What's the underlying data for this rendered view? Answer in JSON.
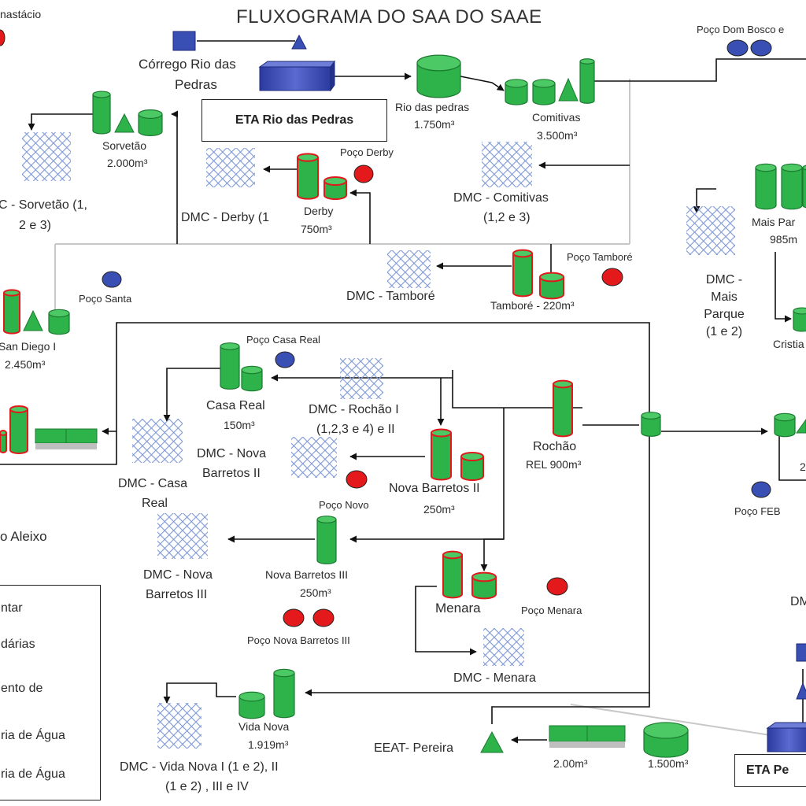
{
  "title": "FLUXOGRAMA DO SAA DO SAAE",
  "colors": {
    "tank_green": "#2db34a",
    "tank_green_dark": "#1c7a31",
    "tank_outline_red": "#e0191b",
    "well_red": "#e3191b",
    "well_blue": "#3a4fb3",
    "eta_blue": "#3547b8",
    "grid_blue": "#7f99d6",
    "line_gray": "#c8c8c8",
    "line_black": "#111111"
  },
  "top_left_fragment": "nastácio",
  "eta": {
    "rio_das_pedras": "ETA Rio das Pedras",
    "pereira": "ETA Pe"
  },
  "sources": {
    "corrego_l1": "Córrego Rio das",
    "corrego_l2": "Pedras",
    "poco_dom_bosco": "Poço Dom Bosco e",
    "poco_derby": "Poço Derby",
    "poco_tambore": "Poço Tamboré",
    "poco_santa": "Poço Santa",
    "poco_casa_real": "Poço Casa Real",
    "poco_novo": "Poço Novo",
    "poco_feb": "Poço FEB",
    "poco_menara": "Poço Menara",
    "poco_nova_barretos_iii": "Poço Nova Barretos III"
  },
  "reservoirs": {
    "rio_das_pedras": {
      "name": "Rio das pedras",
      "capacity": "1.750m³"
    },
    "comitivas": {
      "name": "Comitivas",
      "capacity": "3.500m³"
    },
    "sorvetao": {
      "name": "Sorvetão",
      "capacity": "2.000m³"
    },
    "derby": {
      "name": "Derby",
      "capacity": "750m³"
    },
    "tambore": {
      "name": "Tamboré - 220m³"
    },
    "san_diego": {
      "name": "San Diego I",
      "capacity": "2.450m³"
    },
    "casa_real": {
      "name": "Casa Real",
      "capacity": "150m³"
    },
    "rochao": {
      "name": "Rochão",
      "capacity": "REL 900m³"
    },
    "nova_barretos_ii": {
      "name": "Nova Barretos II",
      "capacity": "250m³"
    },
    "nova_barretos_iii": {
      "name": "Nova Barretos III",
      "capacity": "250m³"
    },
    "menara": {
      "name": "Menara"
    },
    "vida_nova": {
      "name": "Vida Nova",
      "capacity": "1.919m³"
    },
    "mais_parque": {
      "name": "Mais Par",
      "capacity": "985m"
    },
    "cristia": {
      "name": "Cristia"
    },
    "pereira_a": {
      "capacity": "2.00m³"
    },
    "pereira_b": {
      "capacity": "1.500m³"
    },
    "right_fragment": "2"
  },
  "eeat": "EEAT- Pereira",
  "dmc": {
    "sorvetao_l1": "C - Sorvetão (1,",
    "sorvetao_l2": "2 e 3)",
    "derby": "DMC - Derby (1",
    "comitivas_l1": "DMC - Comitivas",
    "comitivas_l2": "(1,2 e 3)",
    "tambore": "DMC - Tamboré",
    "mais_parque": [
      "DMC -",
      "Mais",
      "Parque",
      "(1 e 2)"
    ],
    "rochao_l1": "DMC - Rochão I",
    "rochao_l2": "(1,2,3 e 4) e II",
    "nova_barretos_ii_l1": "DMC - Nova",
    "nova_barretos_ii_l2": "Barretos II",
    "casa_real_l1": "DMC - Casa",
    "casa_real_l2": "Real",
    "nova_barretos_iii_l1": "DMC - Nova",
    "nova_barretos_iii_l2": "Barretos III",
    "menara": "DMC - Menara",
    "vida_nova_l1": "DMC - Vida Nova I (1 e 2), II",
    "vida_nova_l2": "(1 e 2) , III e IV",
    "right_fragment": "DM"
  },
  "aleixo": "o Aleixo",
  "legend": [
    "ntar",
    "dárias",
    "ento de",
    "ria de Água",
    "ria de Água"
  ]
}
